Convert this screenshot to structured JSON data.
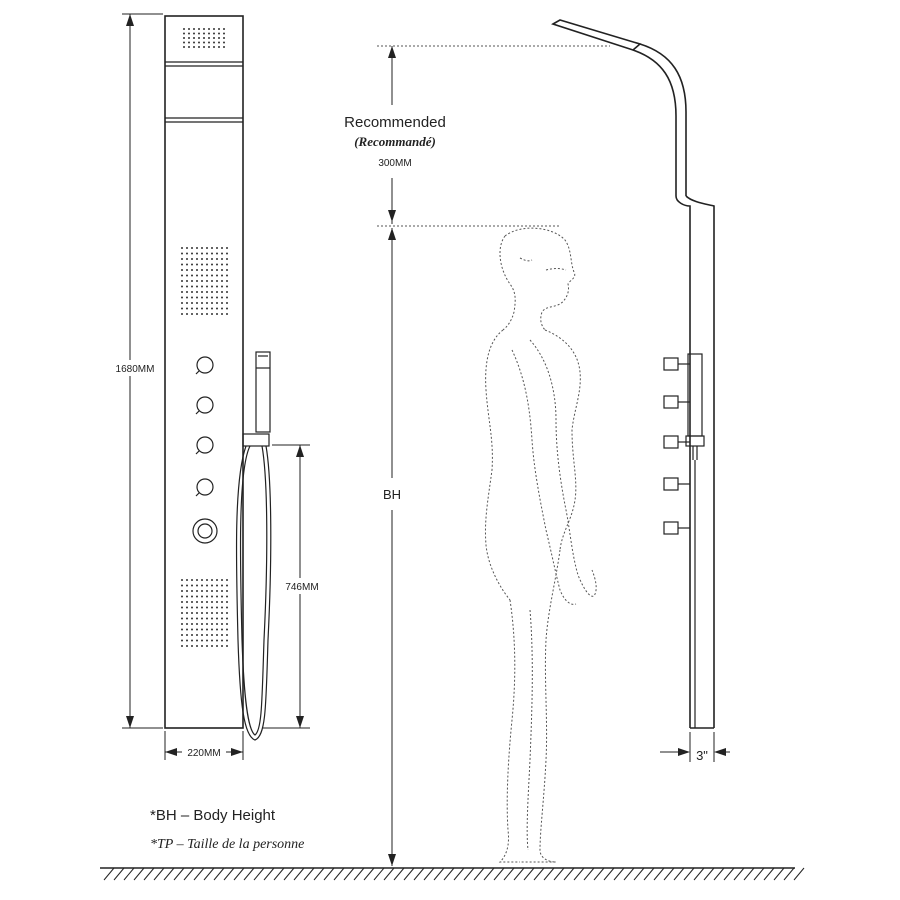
{
  "labels": {
    "height_total": "1680MM",
    "hose_height": "746MM",
    "width": "220MM",
    "depth": "3\"",
    "recommended": "Recommended",
    "recommended_fr": "(Recommandé)",
    "recommended_value": "300MM",
    "bh": "BH",
    "legend_bh": "*BH – Body Height",
    "legend_tp": "*TP – Taille de la personne"
  }
}
